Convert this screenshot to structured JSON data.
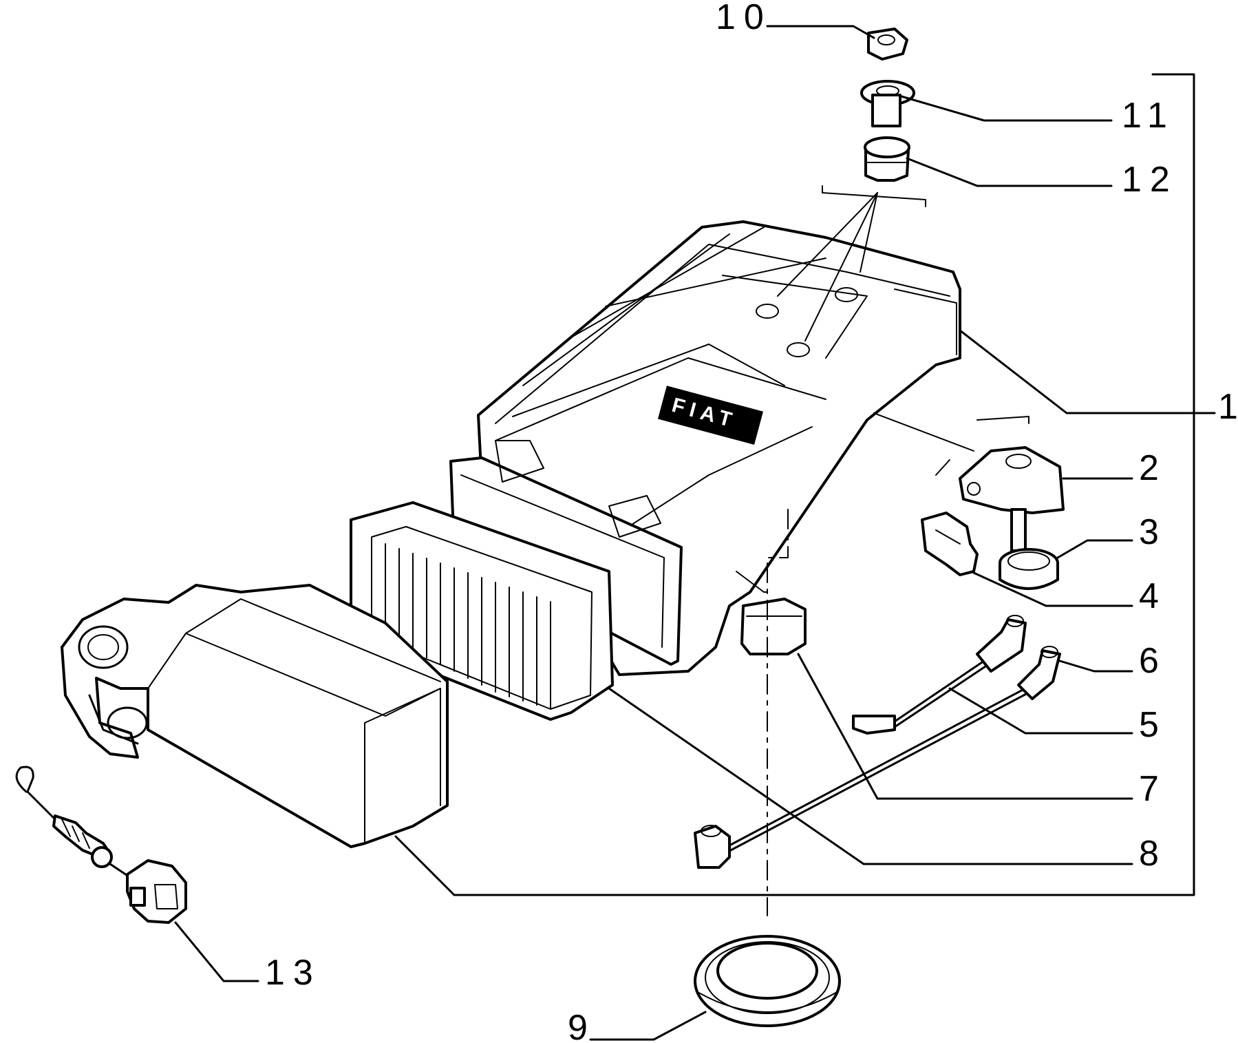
{
  "callouts": {
    "c1": "1",
    "c2": "2",
    "c3": "3",
    "c4": "4",
    "c5": "5",
    "c6": "6",
    "c7": "7",
    "c8": "8",
    "c9": "9",
    "c10": "10",
    "c11": "11",
    "c12": "12",
    "c13": "13"
  },
  "brand_logo": "FIAT",
  "colors": {
    "line": "#000000",
    "background": "#ffffff"
  }
}
